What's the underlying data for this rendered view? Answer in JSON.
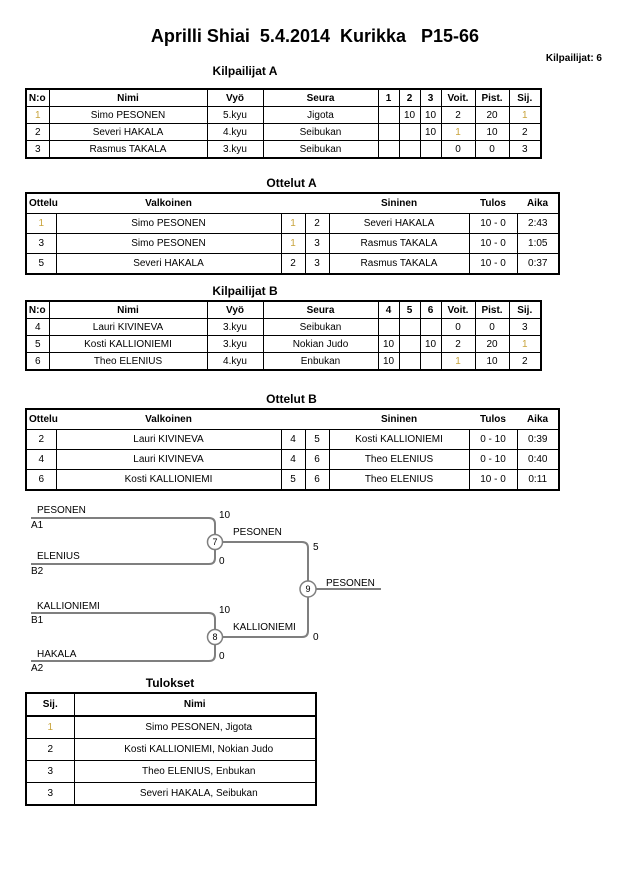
{
  "header": {
    "title": "Aprilli Shiai  5.4.2014  Kurikka   P15-66",
    "competitors": "Kilpailijat: 6"
  },
  "headings": {
    "kilpailijatA": "Kilpailijat A",
    "ottelutA": "Ottelut A",
    "kilpailijatB": "Kilpailijat B",
    "ottelutB": "Ottelut B",
    "tulokset": "Tulokset"
  },
  "tables": {
    "kilpailijatA": {
      "columns": [
        "N:o",
        "Nimi",
        "Vyö",
        "Seura",
        "1",
        "2",
        "3",
        "Voit.",
        "Pist.",
        "Sij."
      ],
      "rows": [
        [
          "1",
          "Simo PESONEN",
          "5.kyu",
          "Jigota",
          "",
          "10",
          "10",
          "2",
          "20",
          "1"
        ],
        [
          "2",
          "Severi HAKALA",
          "4.kyu",
          "Seibukan",
          "",
          "",
          "10",
          "1",
          "10",
          "2"
        ],
        [
          "3",
          "Rasmus TAKALA",
          "3.kyu",
          "Seibukan",
          "",
          "",
          "",
          "0",
          "0",
          "3"
        ]
      ]
    },
    "ottelutA": {
      "columns": [
        "Ottelu",
        "Valkoinen",
        "Sininen",
        "Tulos",
        "Aika"
      ],
      "rows": [
        [
          "1",
          "Simo PESONEN",
          "1",
          "2",
          "Severi HAKALA",
          "10 - 0",
          "2:43"
        ],
        [
          "3",
          "Simo PESONEN",
          "1",
          "3",
          "Rasmus TAKALA",
          "10 - 0",
          "1:05"
        ],
        [
          "5",
          "Severi HAKALA",
          "2",
          "3",
          "Rasmus TAKALA",
          "10 - 0",
          "0:37"
        ]
      ]
    },
    "kilpailijatB": {
      "columns": [
        "N:o",
        "Nimi",
        "Vyö",
        "Seura",
        "4",
        "5",
        "6",
        "Voit.",
        "Pist.",
        "Sij."
      ],
      "rows": [
        [
          "4",
          "Lauri KIVINEVA",
          "3.kyu",
          "Seibukan",
          "",
          "",
          "",
          "0",
          "0",
          "3"
        ],
        [
          "5",
          "Kosti KALLIONIEMI",
          "3.kyu",
          "Nokian Judo",
          "10",
          "",
          "10",
          "2",
          "20",
          "1"
        ],
        [
          "6",
          "Theo ELENIUS",
          "4.kyu",
          "Enbukan",
          "10",
          "",
          "",
          "1",
          "10",
          "2"
        ]
      ]
    },
    "ottelutB": {
      "columns": [
        "Ottelu",
        "Valkoinen",
        "Sininen",
        "Tulos",
        "Aika"
      ],
      "rows": [
        [
          "2",
          "Lauri KIVINEVA",
          "4",
          "5",
          "Kosti KALLIONIEMI",
          "0 - 10",
          "0:39"
        ],
        [
          "4",
          "Lauri KIVINEVA",
          "4",
          "6",
          "Theo ELENIUS",
          "0 - 10",
          "0:40"
        ],
        [
          "6",
          "Kosti KALLIONIEMI",
          "5",
          "6",
          "Theo ELENIUS",
          "10 - 0",
          "0:11"
        ]
      ]
    },
    "tulokset": {
      "columns": [
        "Sij.",
        "Nimi"
      ],
      "rows": [
        [
          "1",
          "Simo PESONEN, Jigota"
        ],
        [
          "2",
          "Kosti KALLIONIEMI, Nokian Judo"
        ],
        [
          "3",
          "Theo ELENIUS, Enbukan"
        ],
        [
          "3",
          "Severi HAKALA, Seibukan"
        ]
      ]
    }
  },
  "bracket": {
    "entries": [
      {
        "name": "PESONEN",
        "seed": "A1"
      },
      {
        "name": "ELENIUS",
        "seed": "B2"
      },
      {
        "name": "KALLIONIEMI",
        "seed": "B1"
      },
      {
        "name": "HAKALA",
        "seed": "A2"
      }
    ],
    "match7": {
      "number": "7",
      "topScore": "10",
      "bottomScore": "0",
      "winner": "PESONEN",
      "winnerScore": "5"
    },
    "match8": {
      "number": "8",
      "topScore": "10",
      "bottomScore": "0",
      "winner": "KALLIONIEMI",
      "winnerScore": "0"
    },
    "match9": {
      "number": "9",
      "winner": "PESONEN"
    }
  },
  "colors": {
    "bracketLine": "#7f7f7f",
    "faintOne": "#c9a43c"
  }
}
